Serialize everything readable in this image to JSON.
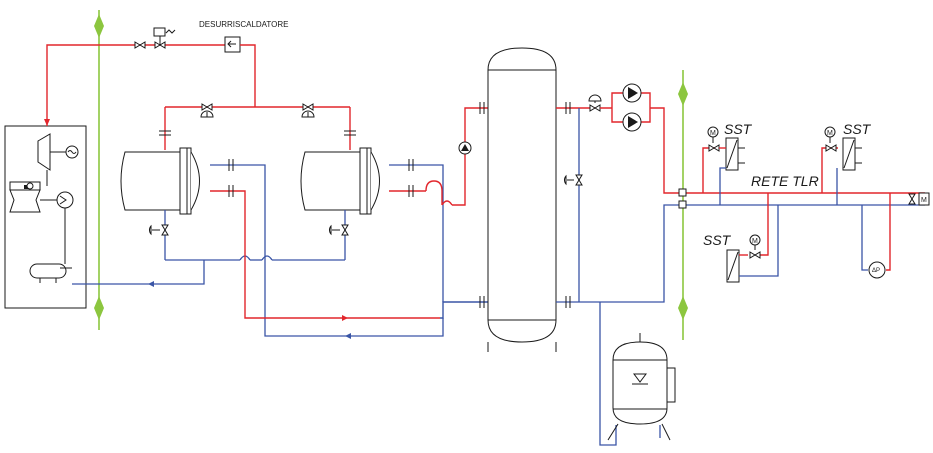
{
  "labels": {
    "desuperheater": "DESURRISCALDATORE",
    "network": "RETE TLR",
    "substation_1": "SST",
    "substation_2": "SST",
    "substation_3": "SST",
    "motor_1": "M",
    "motor_2": "M",
    "motor_3": "M",
    "motor_end": "M",
    "dp_sensor": "ΔP"
  },
  "colors": {
    "supply": "#e2262c",
    "return": "#3a55a6",
    "boundary": "#8cc63f",
    "equipment": "#1a1a1a"
  },
  "icons": {
    "turbine": "turbine-icon",
    "generator": "generator-icon",
    "condenser": "heat-exchanger-icon",
    "cooling_tower": "cooling-tower-icon",
    "deaerator": "drum-icon",
    "pump": "pump-icon",
    "valve": "gate-valve-icon",
    "control_valve": "control-valve-icon",
    "storage": "storage-tank-icon",
    "expansion": "expansion-vessel-icon"
  }
}
